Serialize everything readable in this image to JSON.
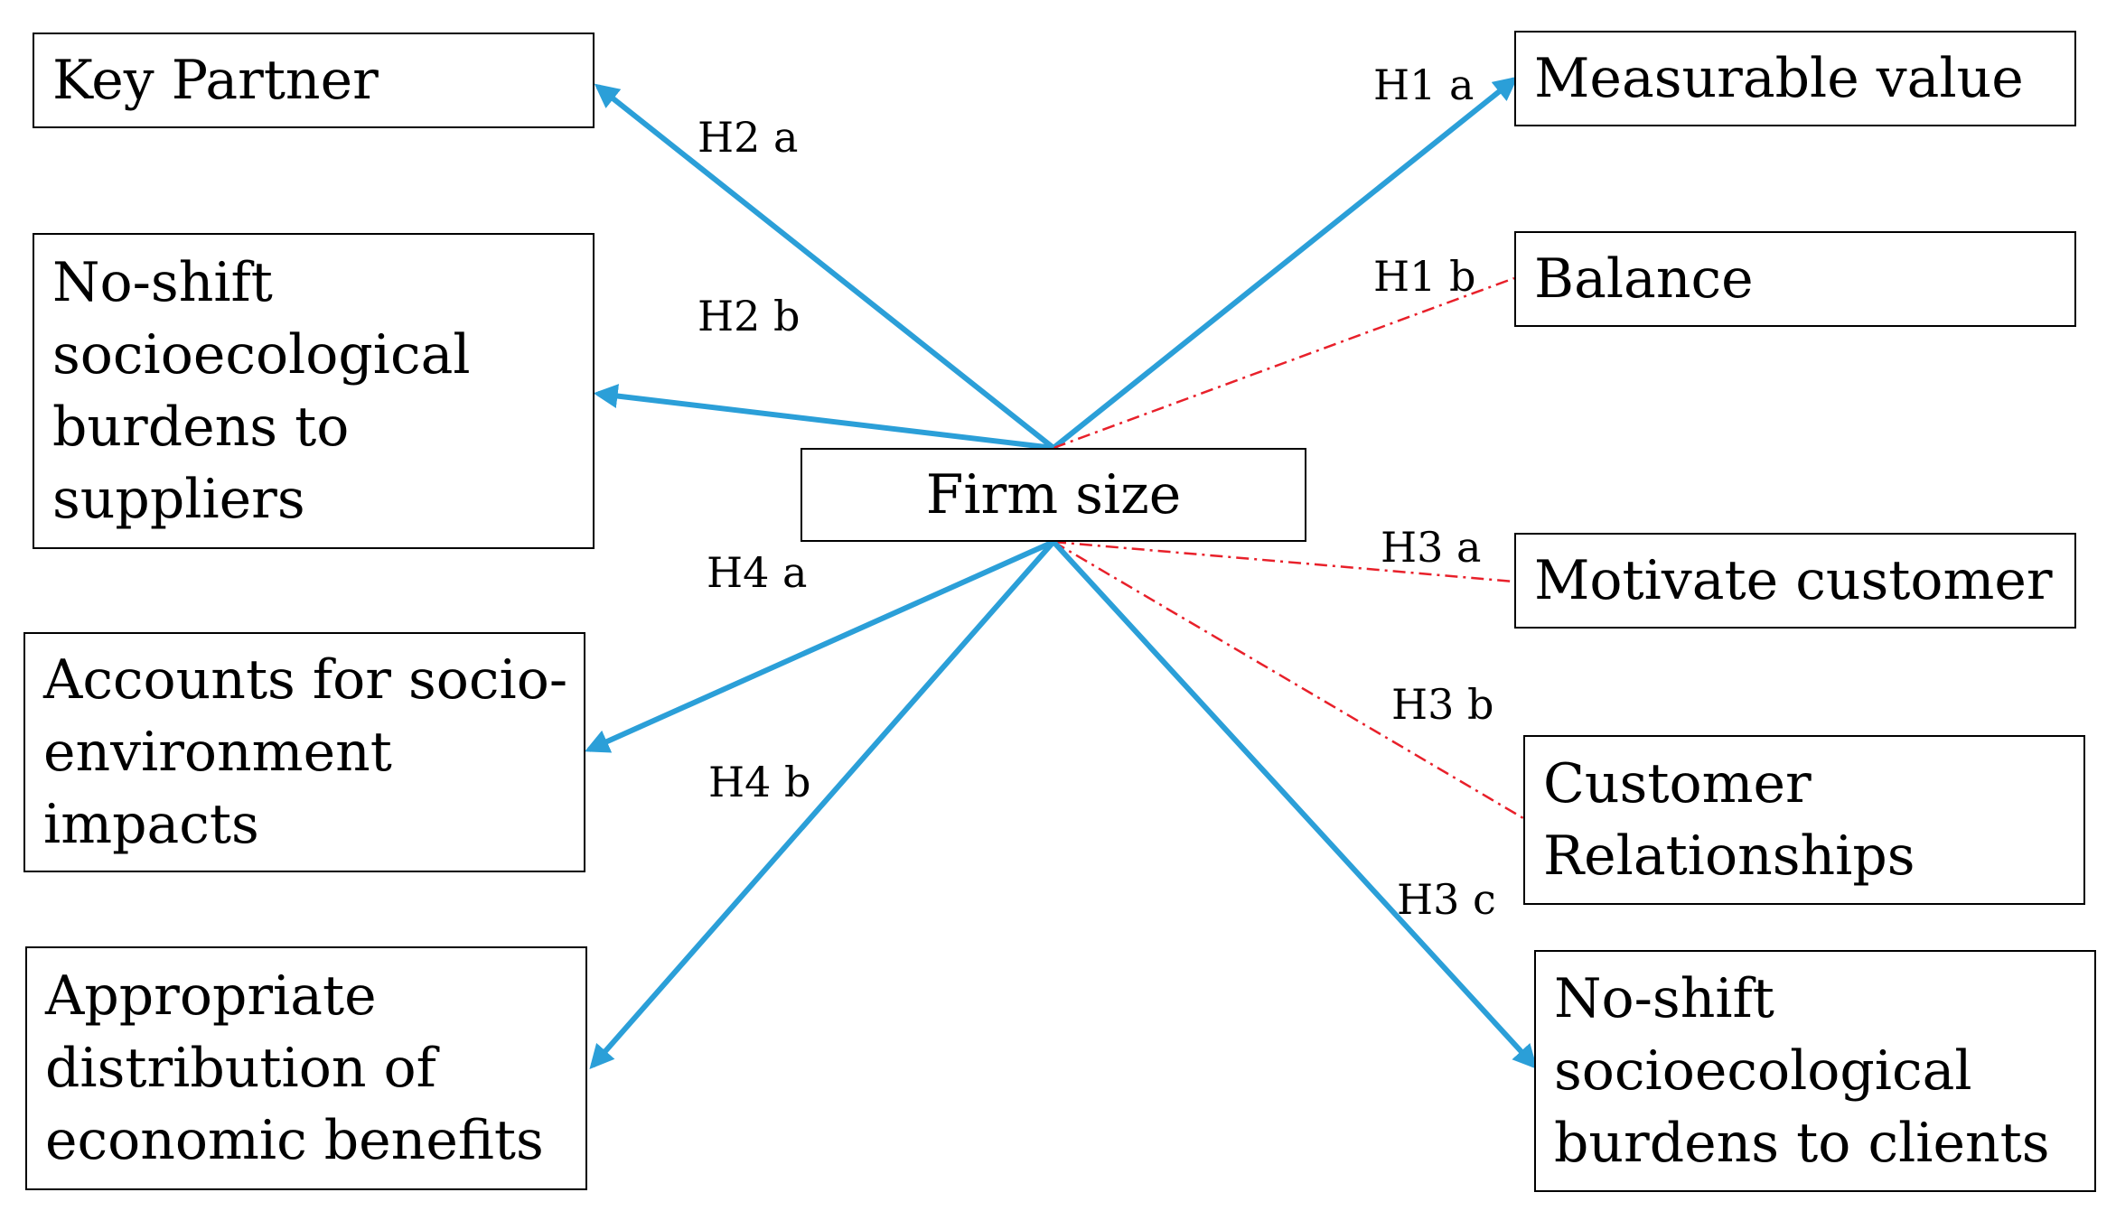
{
  "colors": {
    "arrow": "#2B9FD8",
    "dashed": "#E8202A",
    "box_border": "#000000"
  },
  "nodes": {
    "center": {
      "lines": [
        "Firm size"
      ]
    },
    "key_partner": {
      "lines": [
        "Key Partner"
      ]
    },
    "noshift_suppliers": {
      "lines": [
        "No-shift",
        "socioecological",
        "burdens to",
        "suppliers"
      ]
    },
    "accounts_impacts": {
      "lines": [
        "Accounts for socio-",
        "environment",
        "impacts"
      ]
    },
    "appropriate_distribution": {
      "lines": [
        "Appropriate",
        "distribution of",
        "economic benefits"
      ]
    },
    "measurable_value": {
      "lines": [
        "Measurable value"
      ]
    },
    "balance": {
      "lines": [
        "Balance"
      ]
    },
    "motivate_customer": {
      "lines": [
        "Motivate customer"
      ]
    },
    "customer_relationships": {
      "lines": [
        "Customer",
        "Relationships"
      ]
    },
    "noshift_clients": {
      "lines": [
        "No-shift",
        "socioecological",
        "burdens to clients"
      ]
    }
  },
  "edges": [
    {
      "id": "h1a",
      "label": "H1 a",
      "target": "measurable_value",
      "style": "solid"
    },
    {
      "id": "h1b",
      "label": "H1 b",
      "target": "balance",
      "style": "dashed"
    },
    {
      "id": "h2a",
      "label": "H2 a",
      "target": "key_partner",
      "style": "solid"
    },
    {
      "id": "h2b",
      "label": "H2 b",
      "target": "noshift_suppliers",
      "style": "solid"
    },
    {
      "id": "h3a",
      "label": "H3 a",
      "target": "motivate_customer",
      "style": "dashed"
    },
    {
      "id": "h3b",
      "label": "H3 b",
      "target": "customer_relationships",
      "style": "dashed"
    },
    {
      "id": "h3c",
      "label": "H3 c",
      "target": "noshift_clients",
      "style": "solid"
    },
    {
      "id": "h4a",
      "label": "H4 a",
      "target": "accounts_impacts",
      "style": "solid"
    },
    {
      "id": "h4b",
      "label": "H4 b",
      "target": "appropriate_distribution",
      "style": "solid"
    }
  ]
}
